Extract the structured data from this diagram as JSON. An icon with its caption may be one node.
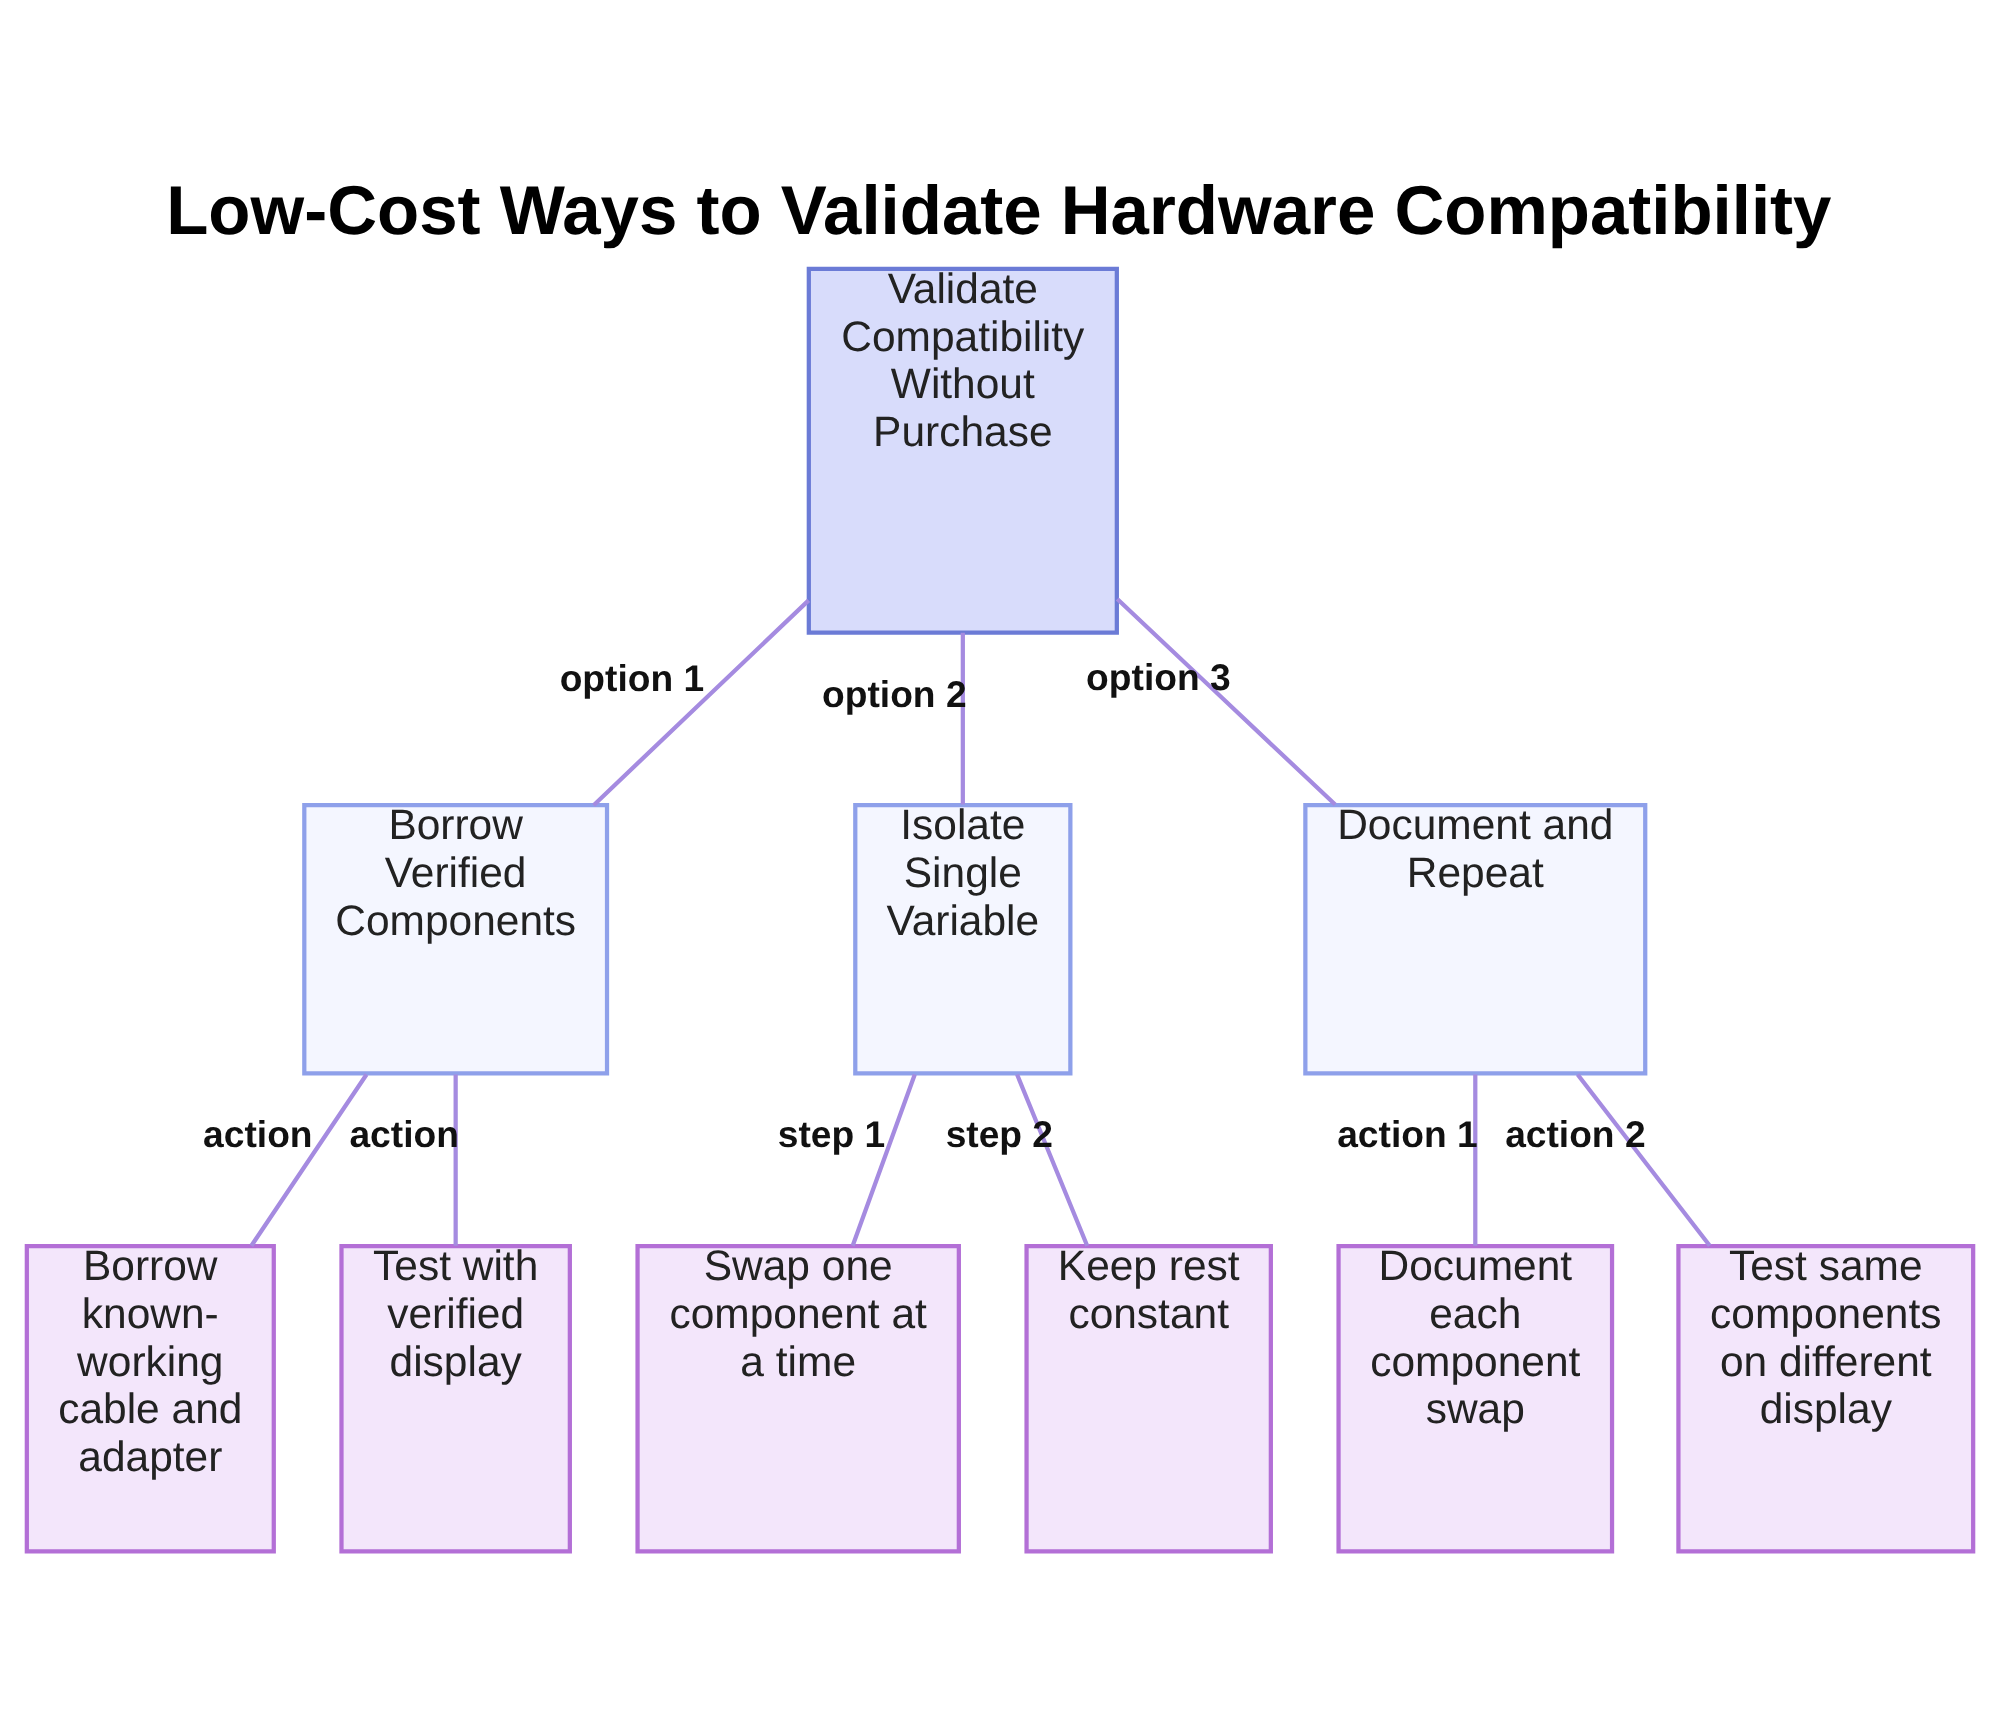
{
  "diagram": {
    "title": "Low-Cost Ways to Validate Hardware Compatibility",
    "nodes": [
      {
        "text": [
          "Validate Compatibility Without Purchase"
        ]
      },
      {
        "text": [
          "Borrow Verified Components"
        ]
      },
      {
        "text": [
          "Isolate Single Variable"
        ]
      },
      {
        "text": [
          "Document and Repeat"
        ]
      },
      {
        "text": [
          "Borrow known-working cable and adapter"
        ]
      },
      {
        "text": [
          "Test with verified display"
        ]
      },
      {
        "text": [
          "Swap one component at a time"
        ]
      },
      {
        "text": [
          "Keep rest constant"
        ]
      },
      {
        "text": [
          "Document each component swap"
        ]
      },
      {
        "text": [
          "Test same components on different display"
        ]
      }
    ],
    "edges": [
      {
        "from": 0,
        "to": 1,
        "arrow": "none",
        "label": "option 1"
      },
      {
        "from": 0,
        "to": 2,
        "arrow": "none",
        "label": "option 2"
      },
      {
        "from": 0,
        "to": 3,
        "arrow": "none",
        "label": "option 3"
      },
      {
        "from": 1,
        "to": 4,
        "arrow": "none",
        "label": "action"
      },
      {
        "from": 1,
        "to": 5,
        "arrow": "none",
        "label": "action"
      },
      {
        "from": 2,
        "to": 6,
        "arrow": "none",
        "label": "step 1"
      },
      {
        "from": 2,
        "to": 7,
        "arrow": "none",
        "label": "step 2"
      },
      {
        "from": 3,
        "to": 8,
        "arrow": "none",
        "label": "action 1"
      },
      {
        "from": 3,
        "to": 9,
        "arrow": "none",
        "label": "action 2"
      }
    ]
  }
}
